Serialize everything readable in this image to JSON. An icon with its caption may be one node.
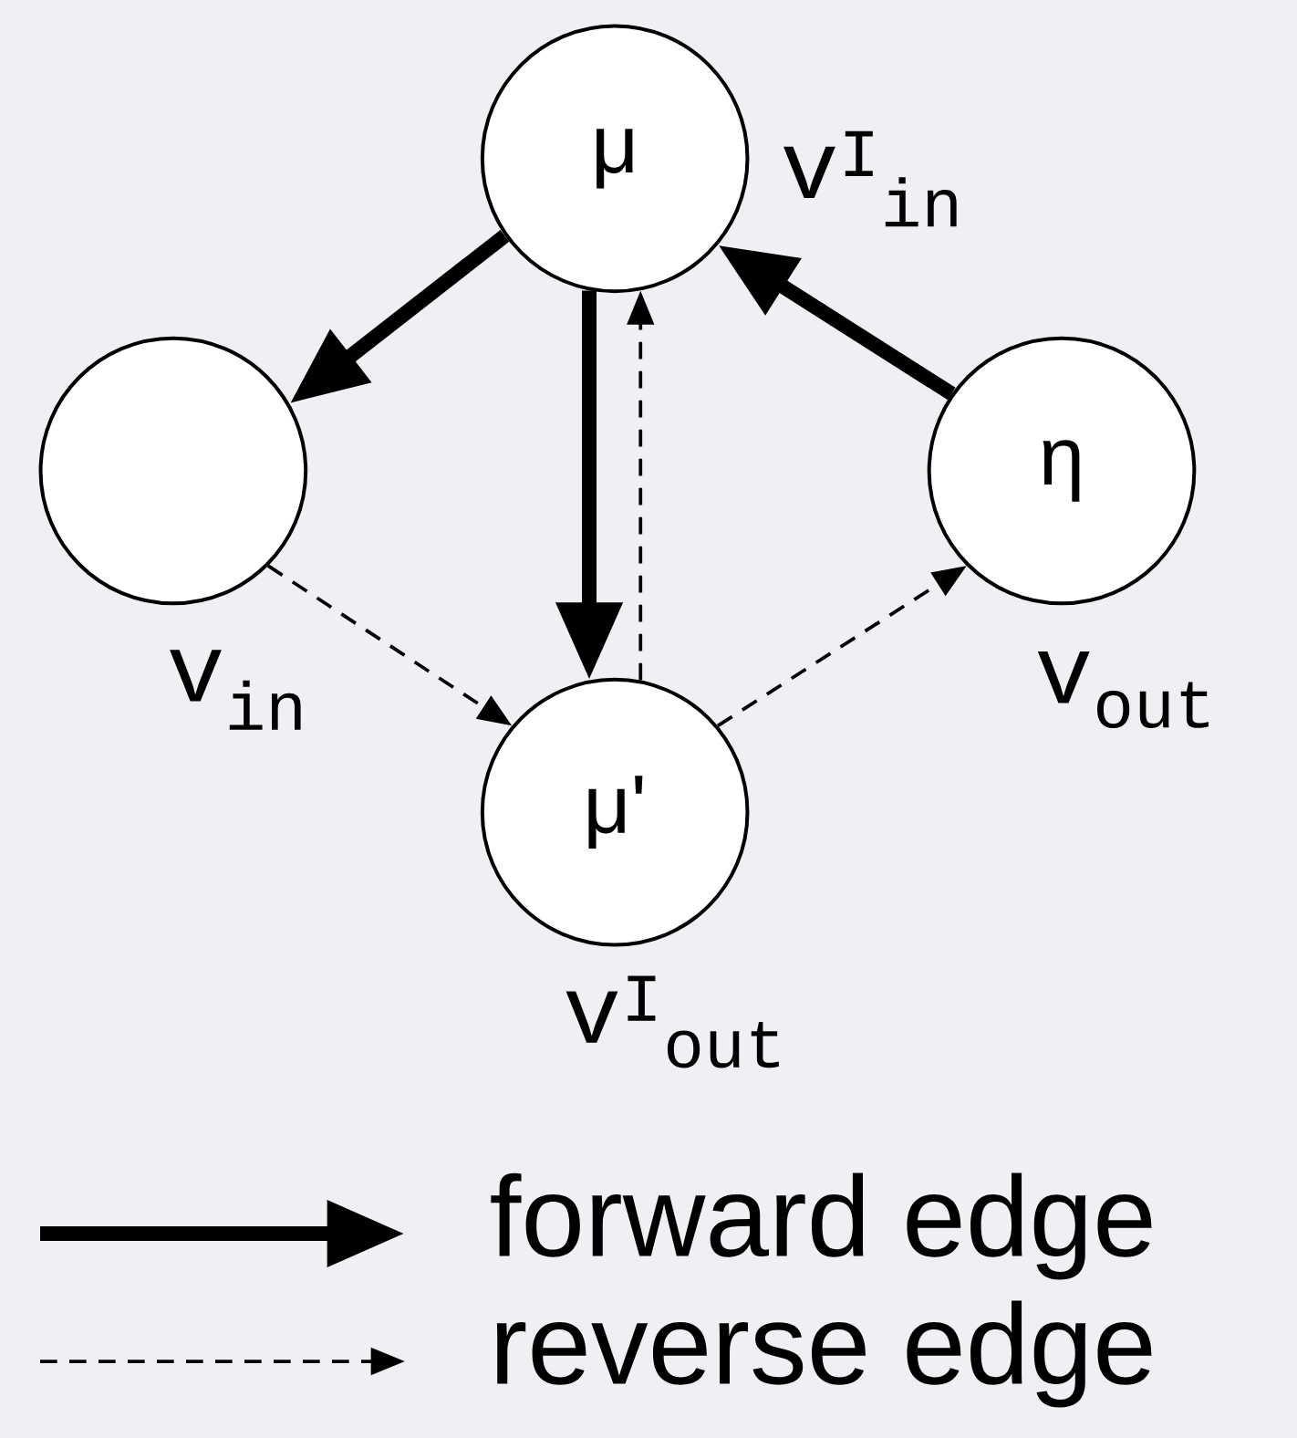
{
  "diagram": {
    "nodes": [
      {
        "text": [
          "μ"
        ],
        "beside": [
          "v$^{I}$$_{in}$"
        ]
      },
      {
        "text": [],
        "shape": "circle",
        "beside": [
          "v$_{in}$"
        ]
      },
      {
        "text": [
          "η"
        ],
        "beside": [
          "v$_{out}$"
        ]
      },
      {
        "text": [
          "μ'"
        ],
        "beside": [
          "v$^{I}$$_{out}$"
        ]
      }
    ],
    "edges": [
      {
        "from": 0,
        "to": 1,
        "arrow": "to",
        "style": "thick"
      },
      {
        "from": 0,
        "to": 3,
        "arrow": "to",
        "style": "thick"
      },
      {
        "from": 3,
        "to": 0,
        "arrow": "to",
        "style": "dashed"
      },
      {
        "from": 2,
        "to": 0,
        "arrow": "to",
        "style": "thick"
      },
      {
        "from": 1,
        "to": 3,
        "arrow": "to",
        "style": "dashed"
      },
      {
        "from": 3,
        "to": 2,
        "arrow": "to",
        "style": "dashed"
      }
    ],
    "legend": [
      {
        "text": "forward edge"
      },
      {
        "text": "reverse edge"
      }
    ]
  }
}
